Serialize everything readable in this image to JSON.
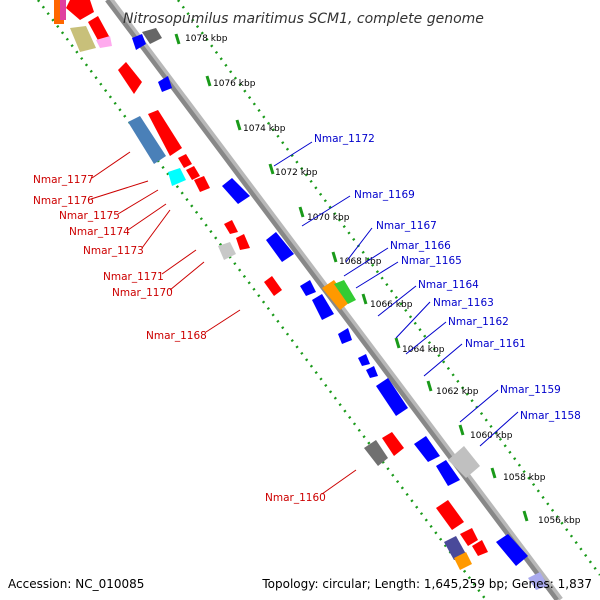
{
  "title": "Nitrosopumilus maritimus SCM1, complete genome",
  "footer": {
    "accession": "Accession: NC_010085",
    "summary": "Topology: circular; Length: 1,645,259 bp; Genes: 1,837"
  },
  "scale": {
    "ticks": [
      "1078 kbp",
      "1076 kbp",
      "1074 kbp",
      "1072 kbp",
      "1070 kbp",
      "1068 kbp",
      "1066 kbp",
      "1064 kbp",
      "1062 kbp",
      "1060 kbp",
      "1058 kbp",
      "1056 kbp"
    ]
  },
  "colors": {
    "reverse_strand_genes": "#ff0000",
    "forward_strand_genes": "#0000ff",
    "backbone": "#888888",
    "dotted_guides": "#1a9a1a",
    "labels_reverse": "#cc0000",
    "labels_forward": "#0000cc"
  },
  "labels_reverse": [
    "Nmar_1177",
    "Nmar_1176",
    "Nmar_1175",
    "Nmar_1174",
    "Nmar_1173",
    "Nmar_1171",
    "Nmar_1170",
    "Nmar_1168",
    "Nmar_1160"
  ],
  "labels_forward": [
    "Nmar_1172",
    "Nmar_1169",
    "Nmar_1167",
    "Nmar_1166",
    "Nmar_1165",
    "Nmar_1164",
    "Nmar_1163",
    "Nmar_1162",
    "Nmar_1161",
    "Nmar_1159",
    "Nmar_1158"
  ]
}
